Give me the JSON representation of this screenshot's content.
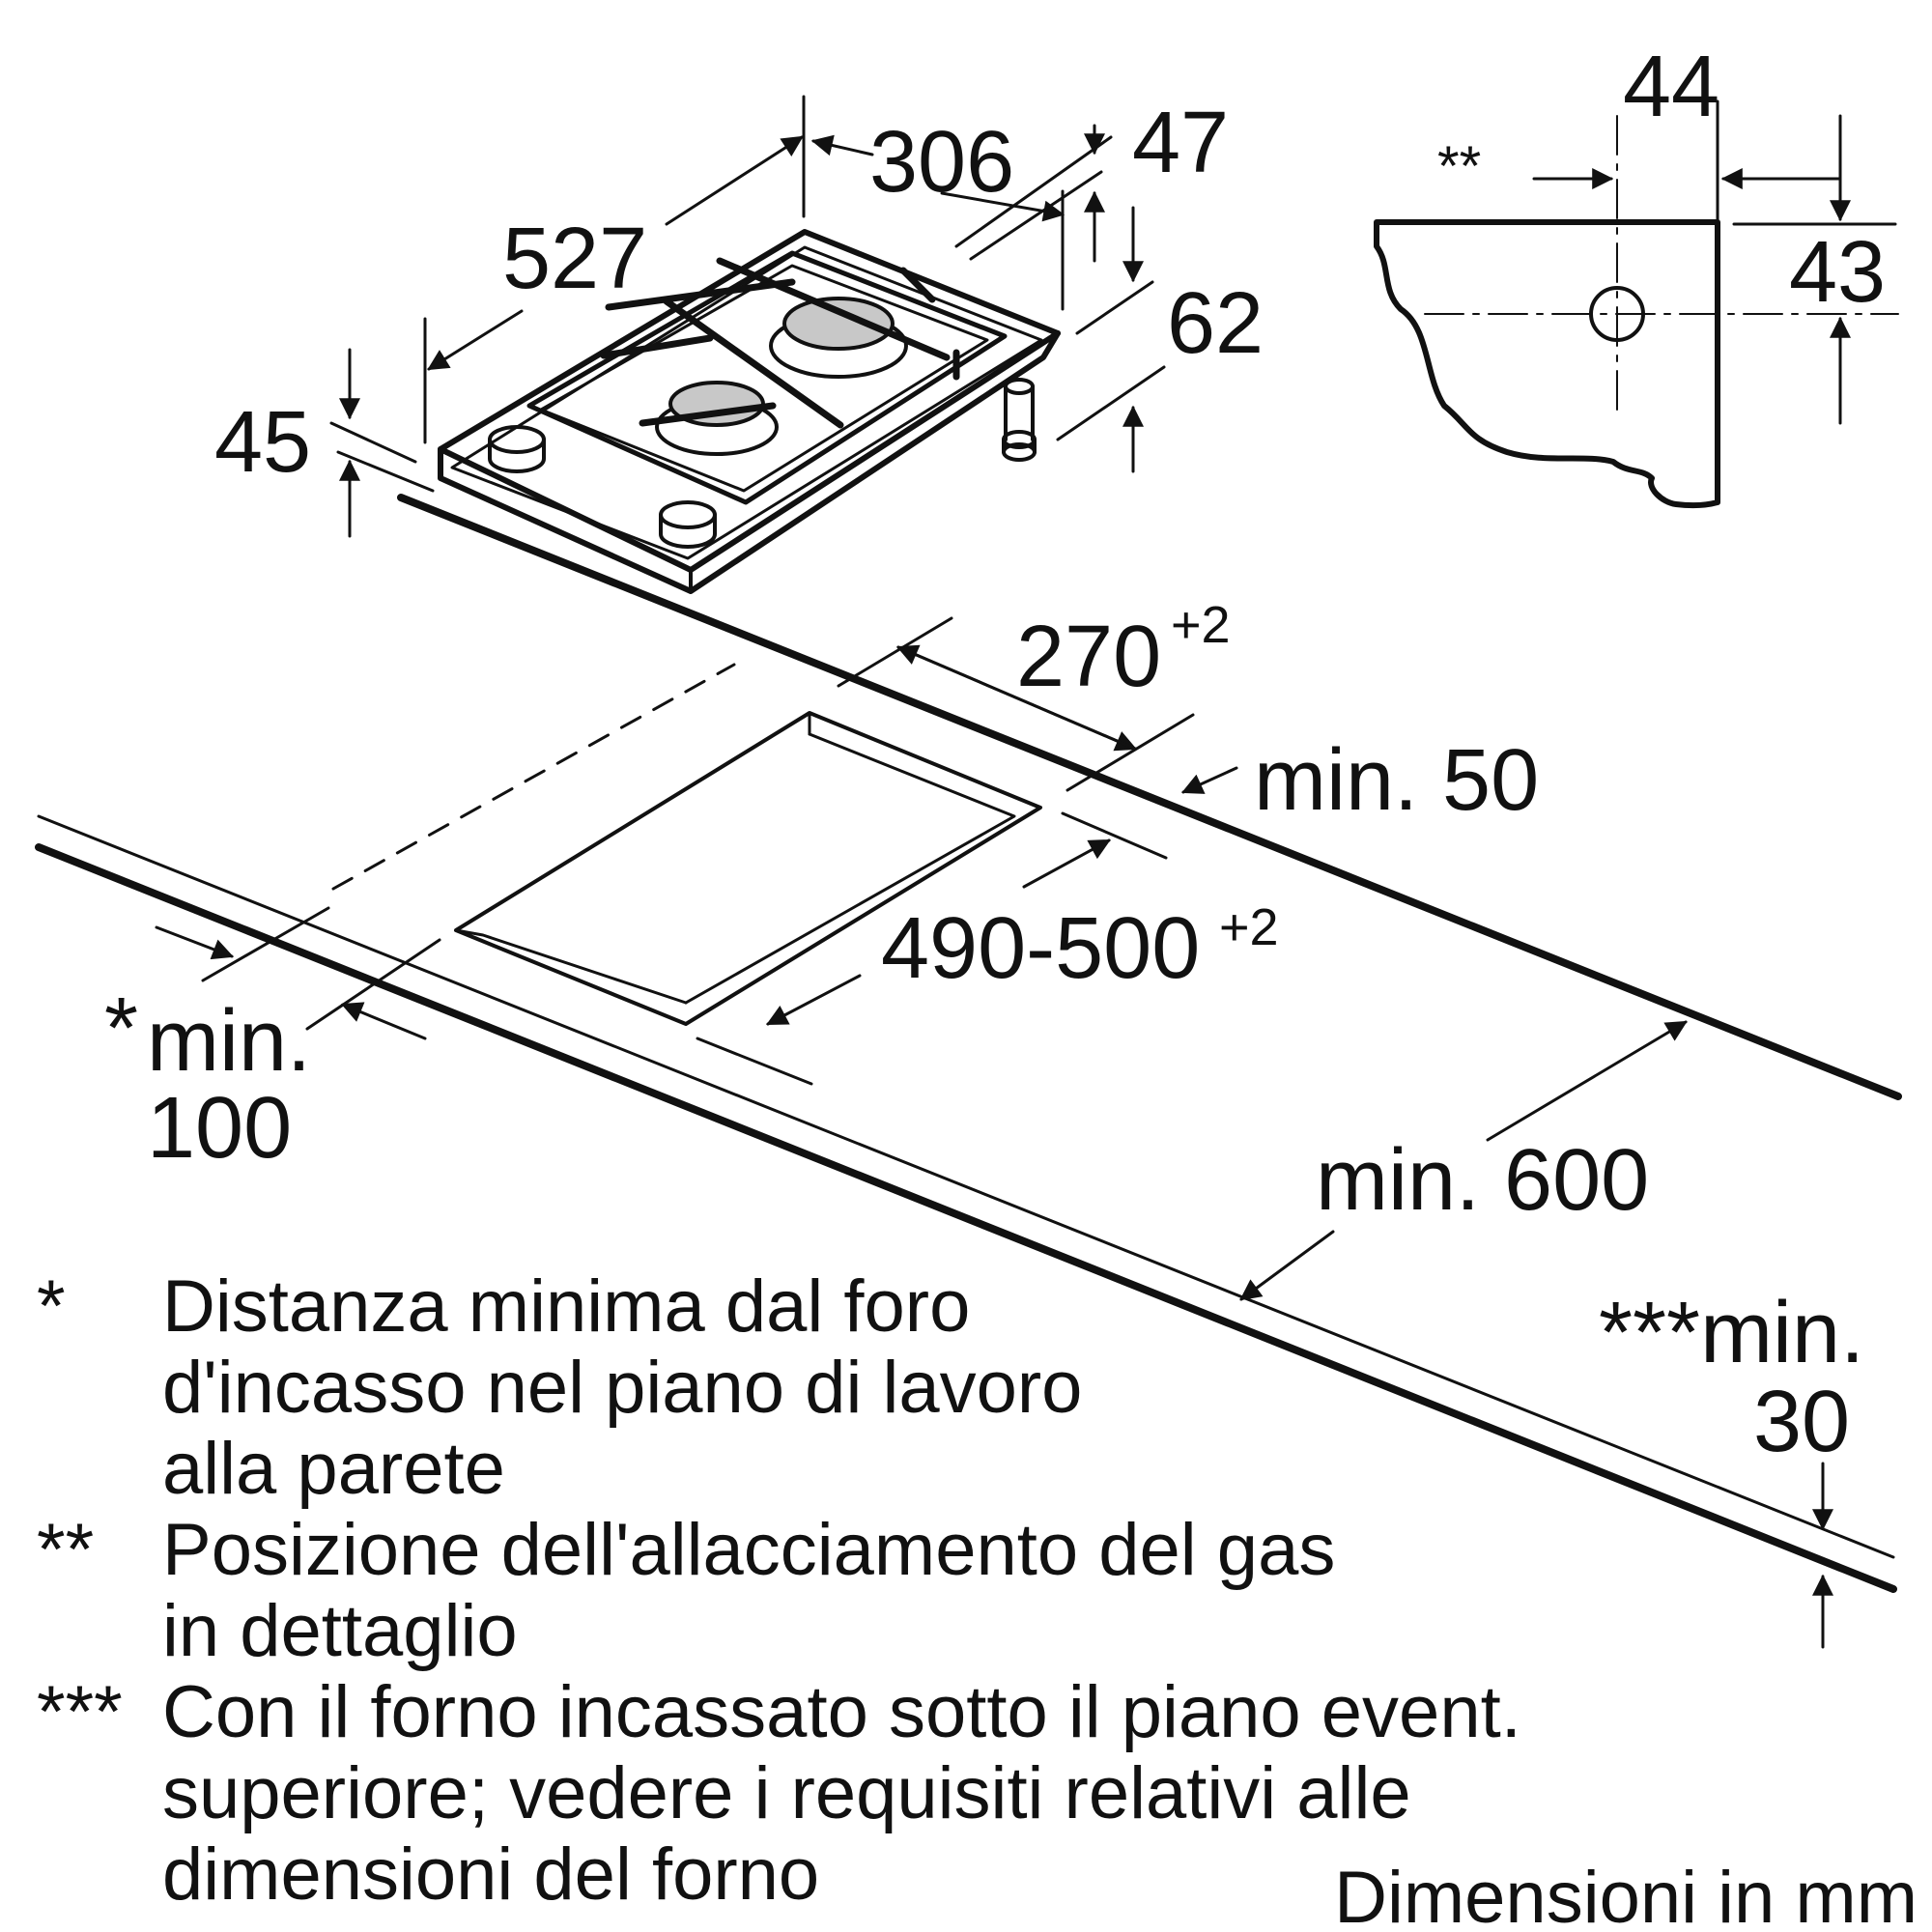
{
  "dimensions": {
    "d306": "306",
    "d47": "47",
    "d527": "527",
    "d62": "62",
    "d45": "45",
    "d44": "44",
    "d43": "43",
    "detail_marker": "**",
    "cutout_depth": "270",
    "cutout_depth_tol": "+2",
    "min_50": "min. 50",
    "cutout_width": "490-500",
    "cutout_width_tol": "+2",
    "min_100_star": "*",
    "min_100_line1": "min.",
    "min_100_line2": "100",
    "min_600": "min. 600",
    "min_30_line1": "***min.",
    "min_30_line2": "30"
  },
  "legend": {
    "n1_marker": "*",
    "n1_lines": [
      "Distanza minima dal foro",
      "d'incasso nel piano di lavoro",
      "alla parete"
    ],
    "n2_marker": "**",
    "n2_lines": [
      "Posizione dell'allacciamento del gas",
      "in dettaglio"
    ],
    "n3_marker": "***",
    "n3_lines": [
      "Con il forno incassato sotto il piano event.",
      "superiore; vedere i requisiti relativi alle",
      "dimensioni del forno"
    ]
  },
  "units_note": "Dimensioni in mm",
  "colors": {
    "ink": "#111111",
    "burner": "#c8c8c8"
  }
}
